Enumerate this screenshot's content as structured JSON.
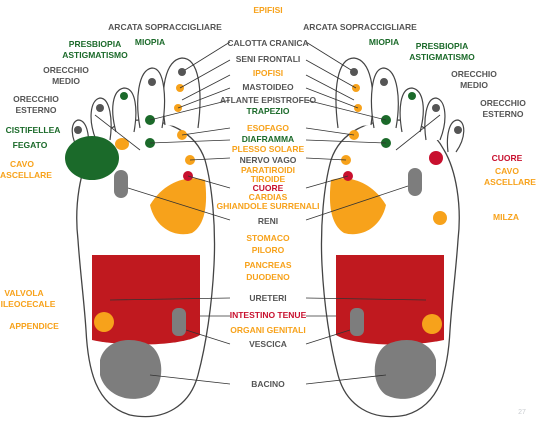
{
  "labels": {
    "epifisi": "EPIFISI",
    "arcata_l": "ARCATA SOPRACCIGLIARE",
    "arcata_r": "ARCATA SOPRACCIGLIARE",
    "calotta": "CALOTTA CRANICA",
    "miopia_l": "MIOPIA",
    "miopia_r": "MIOPIA",
    "presbiopia_l": "PRESBIOPIA",
    "astigmatismo_l": "ASTIGMATISMO",
    "presbiopia_r": "PRESBIOPIA",
    "astigmatismo_r": "ASTIGMATISMO",
    "seni": "SENI FRONTALI",
    "ipofisi": "IPOFISI",
    "orecchio_medio_l_1": "ORECCHIO",
    "orecchio_medio_l_2": "MEDIO",
    "orecchio_medio_r_1": "ORECCHIO",
    "orecchio_medio_r_2": "MEDIO",
    "mastoideo": "MASTOIDEO",
    "atlante": "ATLANTE EPISTROFEO",
    "trapezio": "TRAPEZIO",
    "orecchio_esterno_l_1": "ORECCHIO",
    "orecchio_esterno_l_2": "ESTERNO",
    "orecchio_esterno_r_1": "ORECCHIO",
    "orecchio_esterno_r_2": "ESTERNO",
    "cistifellea": "CISTIFELLEA",
    "esofago": "ESOFAGO",
    "diaframma": "DIAFRAMMA",
    "fegato": "FEGATO",
    "plesso": "PLESSO SOLARE",
    "nervo_vago": "NERVO VAGO",
    "cavo_l_1": "CAVO",
    "cavo_l_2": "ASCELLARE",
    "paratiroidi": "PARATIROIDI",
    "cuore_c": "CUORE",
    "cuore_r": "CUORE",
    "cavo_r_1": "CAVO",
    "cavo_r_2": "ASCELLARE",
    "tiroide": "TIROIDE",
    "cardias": "CARDIAS",
    "ghiandole": "GHIANDOLE SURRENALI",
    "reni": "RENI",
    "milza": "MILZA",
    "stomaco": "STOMACO",
    "piloro": "PILORO",
    "pancreas": "PANCREAS",
    "duodeno": "DUODENO",
    "ureteri": "URETERI",
    "valvola_1": "VALVOLA",
    "valvola_2": "ILEOCECALE",
    "intestino": "INTESTINO TENUE",
    "appendice": "APPENDICE",
    "organi": "ORGANI GENITALI",
    "vescica": "VESCICA",
    "bacino": "BACINO",
    "page_number": "27"
  },
  "colors": {
    "orange": "#f7a21b",
    "green": "#1b6a2a",
    "red": "#c8102e",
    "gray": "#555555",
    "bladder_gray": "#7d7d7d",
    "intestine_red": "#c0191f"
  }
}
